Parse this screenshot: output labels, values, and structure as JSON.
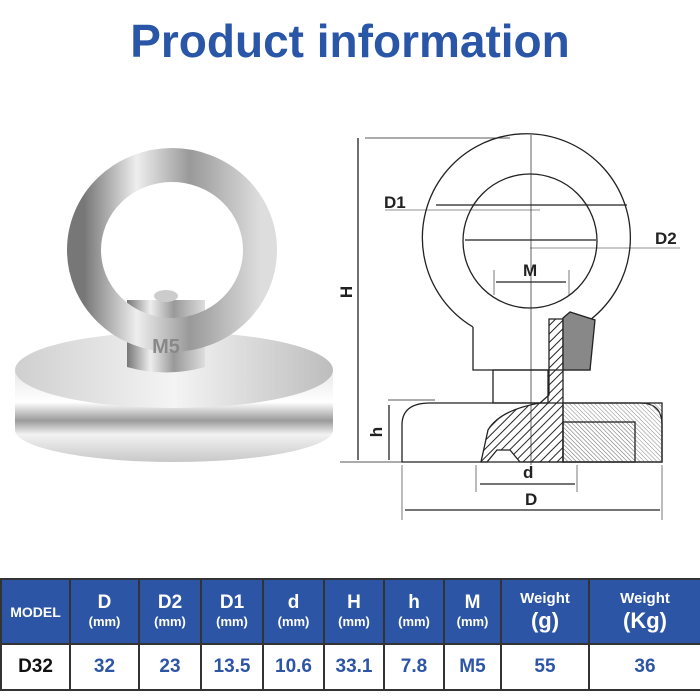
{
  "title": "Product information",
  "product_photo": {
    "engraving": "M5"
  },
  "diagram": {
    "labels": {
      "D1": "D1",
      "D2": "D2",
      "M": "M",
      "H": "H",
      "h": "h",
      "d": "d",
      "D": "D"
    }
  },
  "table": {
    "headers": [
      {
        "name": "MODEL",
        "unit": ""
      },
      {
        "name": "D",
        "unit": "(mm)"
      },
      {
        "name": "D2",
        "unit": "(mm)"
      },
      {
        "name": "D1",
        "unit": "(mm)"
      },
      {
        "name": "d",
        "unit": "(mm)"
      },
      {
        "name": "H",
        "unit": "(mm)"
      },
      {
        "name": "h",
        "unit": "(mm)"
      },
      {
        "name": "M",
        "unit": "(mm)"
      },
      {
        "name": "Weight",
        "unit": "(g)"
      },
      {
        "name": "Weight",
        "unit": "(Kg)"
      }
    ],
    "rows": [
      [
        "D32",
        "32",
        "23",
        "13.5",
        "10.6",
        "33.1",
        "7.8",
        "M5",
        "55",
        "36"
      ]
    ]
  },
  "colors": {
    "brand": "#2d55a5",
    "title": "#2a56a8"
  }
}
